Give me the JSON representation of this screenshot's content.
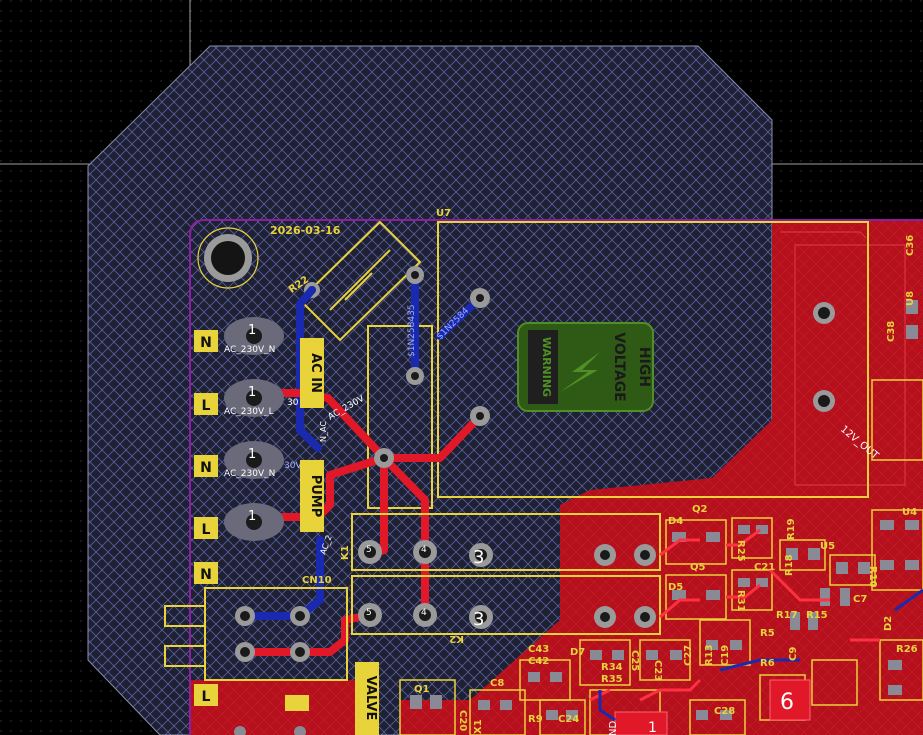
{
  "colors": {
    "background": "#000000",
    "keepout_fill": "#22243a",
    "top_copper": "#c0101c",
    "bottom_copper": "#1a2a9a",
    "silkscreen": "#e8d33a",
    "board_outline": "#8a1fa0",
    "hatch": "#5a5f9a"
  },
  "silkscreen": {
    "date_code": "2026-03-16",
    "refdes": {
      "r22": "R22",
      "u7": "U7",
      "cn10": "CN10",
      "k1": "K1",
      "k2": "K2",
      "q2": "Q2",
      "d4": "D4",
      "r25": "R25",
      "q5": "Q5",
      "d5": "D5",
      "r31": "R31",
      "r19": "R19",
      "r18": "R18",
      "u5": "U5",
      "c21": "C21",
      "r17": "R17",
      "r15": "R15",
      "c7": "C7",
      "r10": "R10",
      "r5": "R5",
      "r6": "R6",
      "c9": "C9",
      "r26": "R26",
      "d2": "D2",
      "c38": "C38",
      "u8": "U8",
      "c36": "C36",
      "u4": "U4",
      "c25": "C25",
      "c23": "C23",
      "c27": "C27",
      "r13": "R13",
      "c19": "C19",
      "r34": "R34",
      "r35": "R35",
      "c8": "C8",
      "q1": "Q1",
      "r9": "R9",
      "c24": "C24",
      "c28": "C28",
      "x1": "X1",
      "c20": "C20",
      "c43": "C43",
      "c42": "C42",
      "d7": "D7"
    },
    "connector_labels": {
      "ac_in": "AC IN",
      "pump": "PUMP",
      "valve": "VALVE"
    },
    "pin_marks": [
      "N",
      "L",
      "N",
      "L",
      "N",
      "L"
    ],
    "warning": {
      "line1": "HIGH",
      "line2": "VOLTAGE",
      "line3": "WARNING"
    }
  },
  "pads": {
    "pin_one": "1",
    "relay_pin_5": "5",
    "relay_pin_4": "4",
    "relay_pin_3": "3",
    "big_pad": "6",
    "gnd": "ND",
    "pad_1": "1"
  },
  "nets": {
    "ac_230v_n": "AC_230V_N",
    "ac_230v_l": "AC_230V_L",
    "ac_230v_l_trace": "AC_230V",
    "n_ac_trace": "N_AC",
    "ac_trace": "AC_2",
    "net_a": "$1N2584",
    "net_b": "$1N258435",
    "v12_out": "12V_OUT",
    "thirty": "30",
    "thirty_v": "30V"
  }
}
